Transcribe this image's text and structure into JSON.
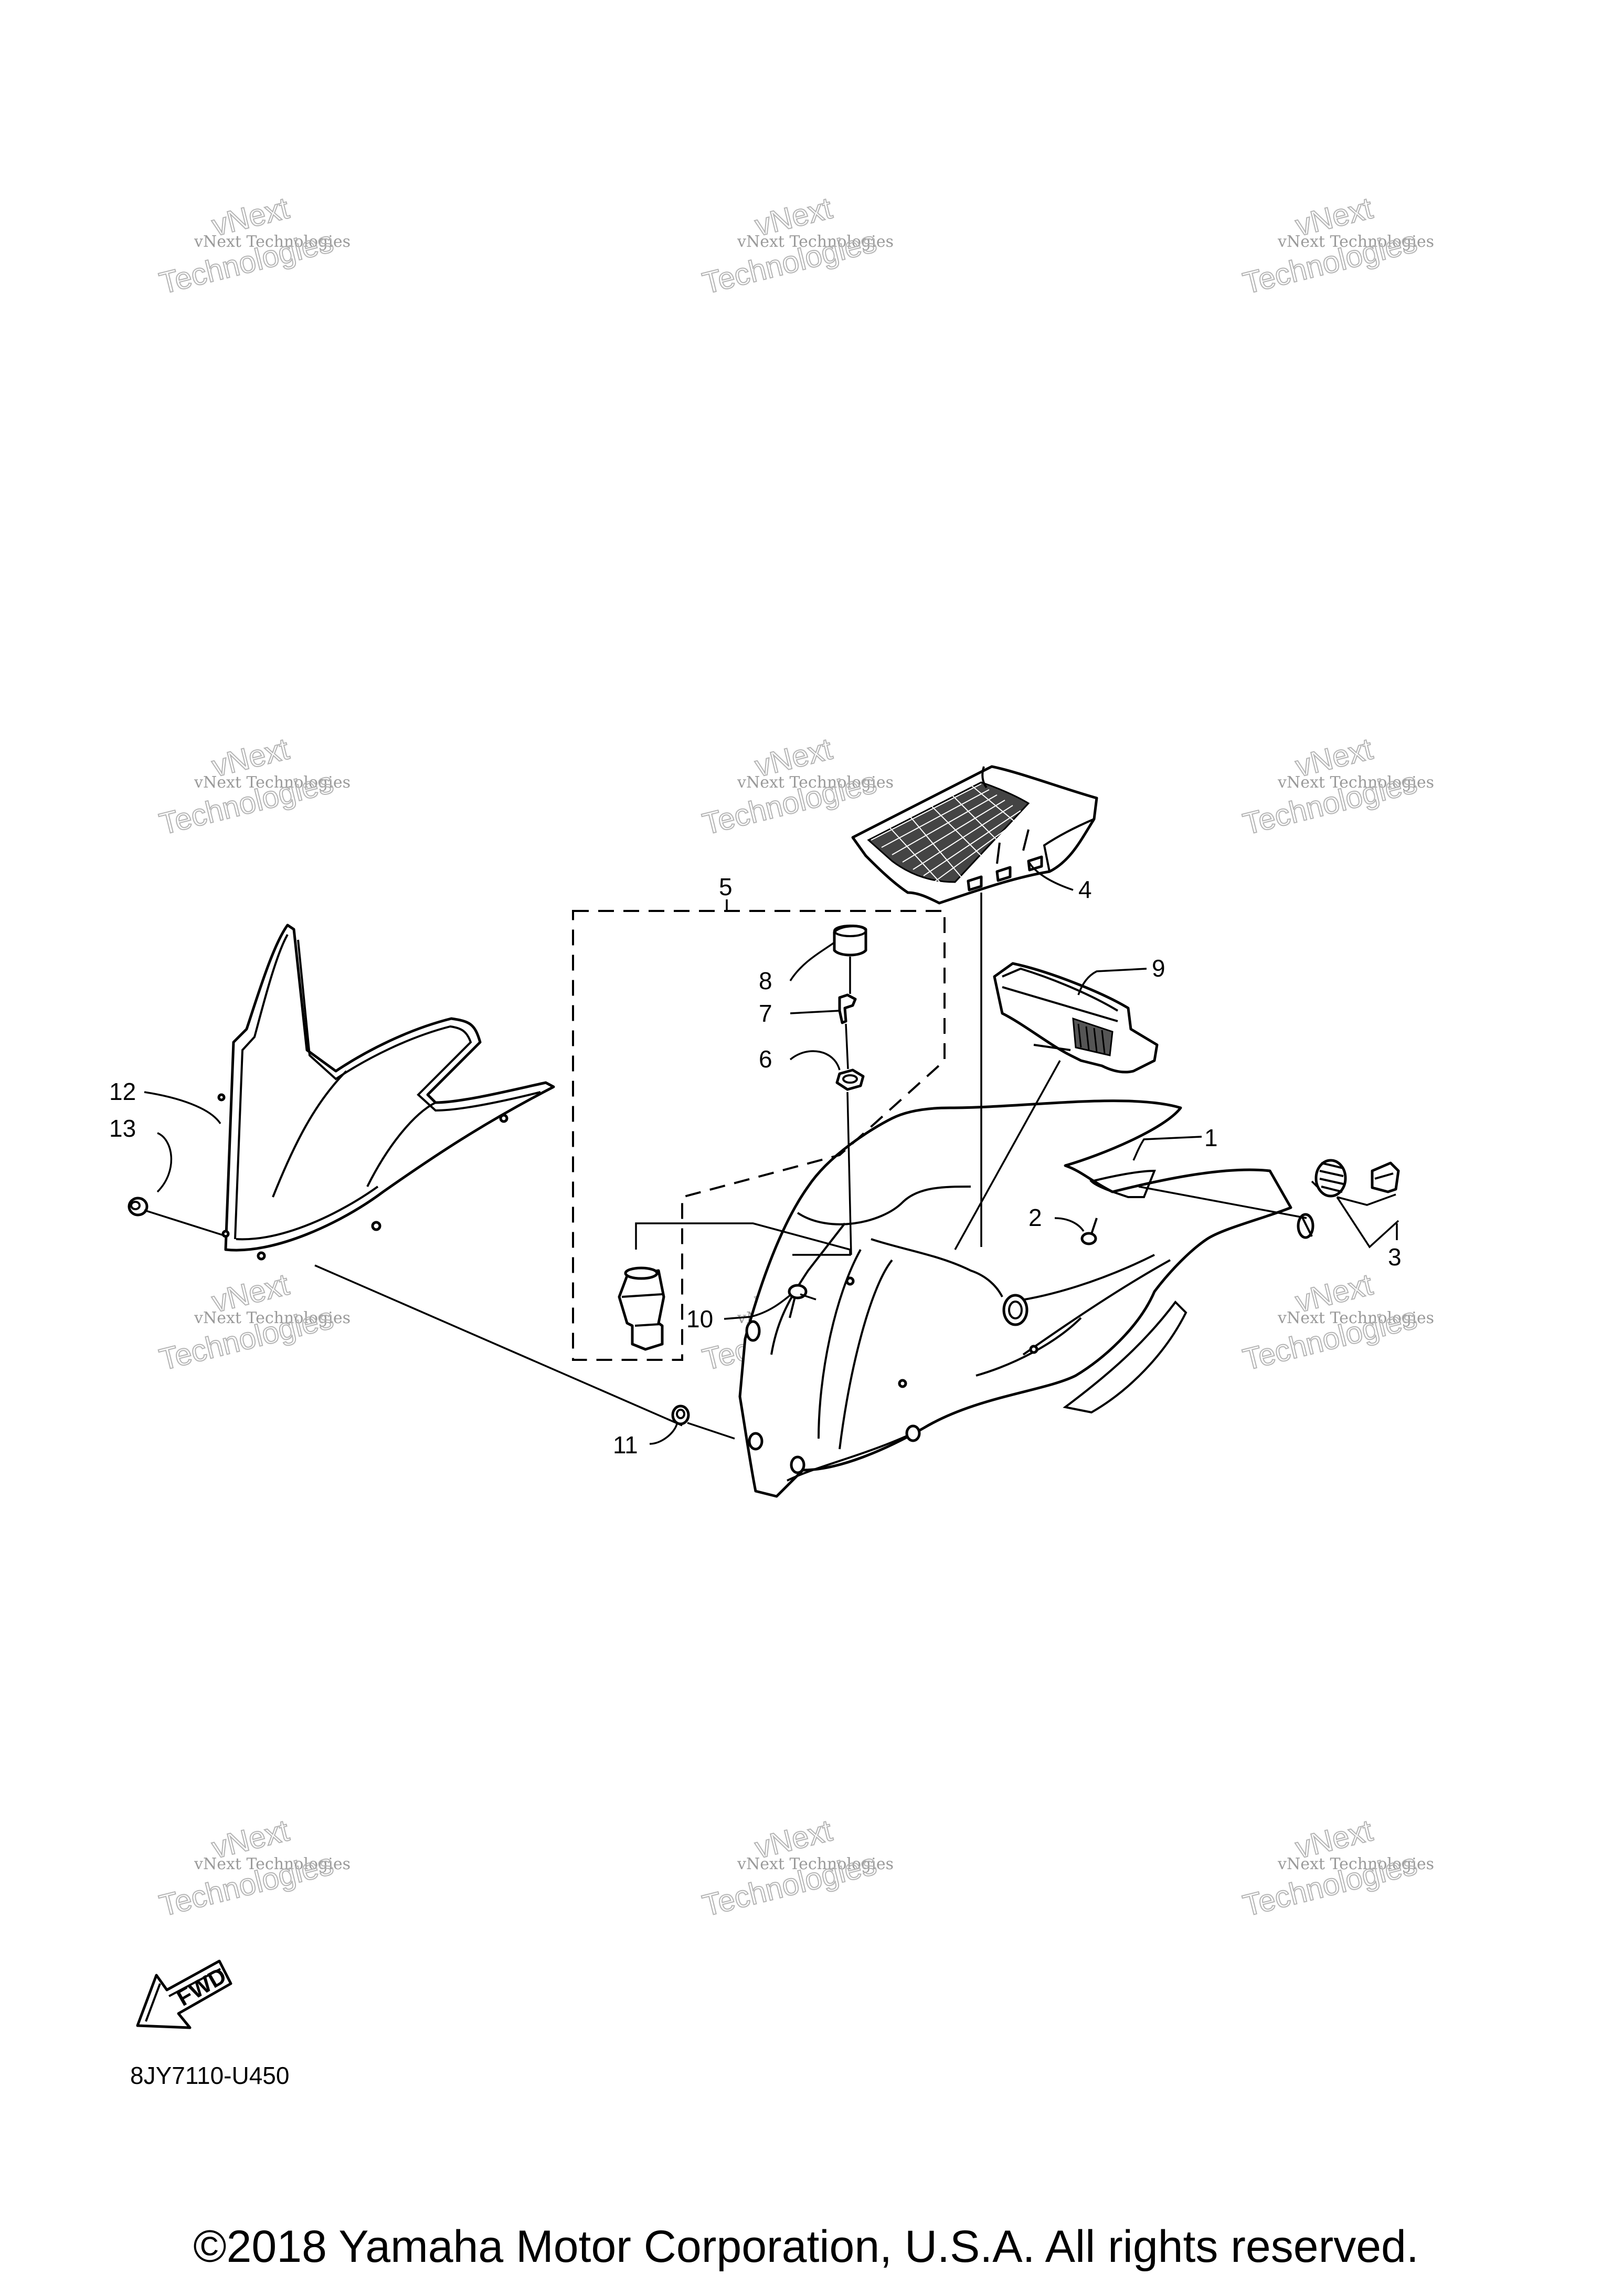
{
  "watermark": {
    "line1": "vNext",
    "line2": "vNext Technologies",
    "line3": "Technologies"
  },
  "callouts": [
    "1",
    "2",
    "3",
    "4",
    "5",
    "6",
    "7",
    "8",
    "9",
    "10",
    "11",
    "12",
    "13"
  ],
  "fwd_label": "FWD",
  "diagram_code": "8JY7110-U450",
  "copyright": "©2018 Yamaha Motor Corporation, U.S.A. All rights reserved."
}
